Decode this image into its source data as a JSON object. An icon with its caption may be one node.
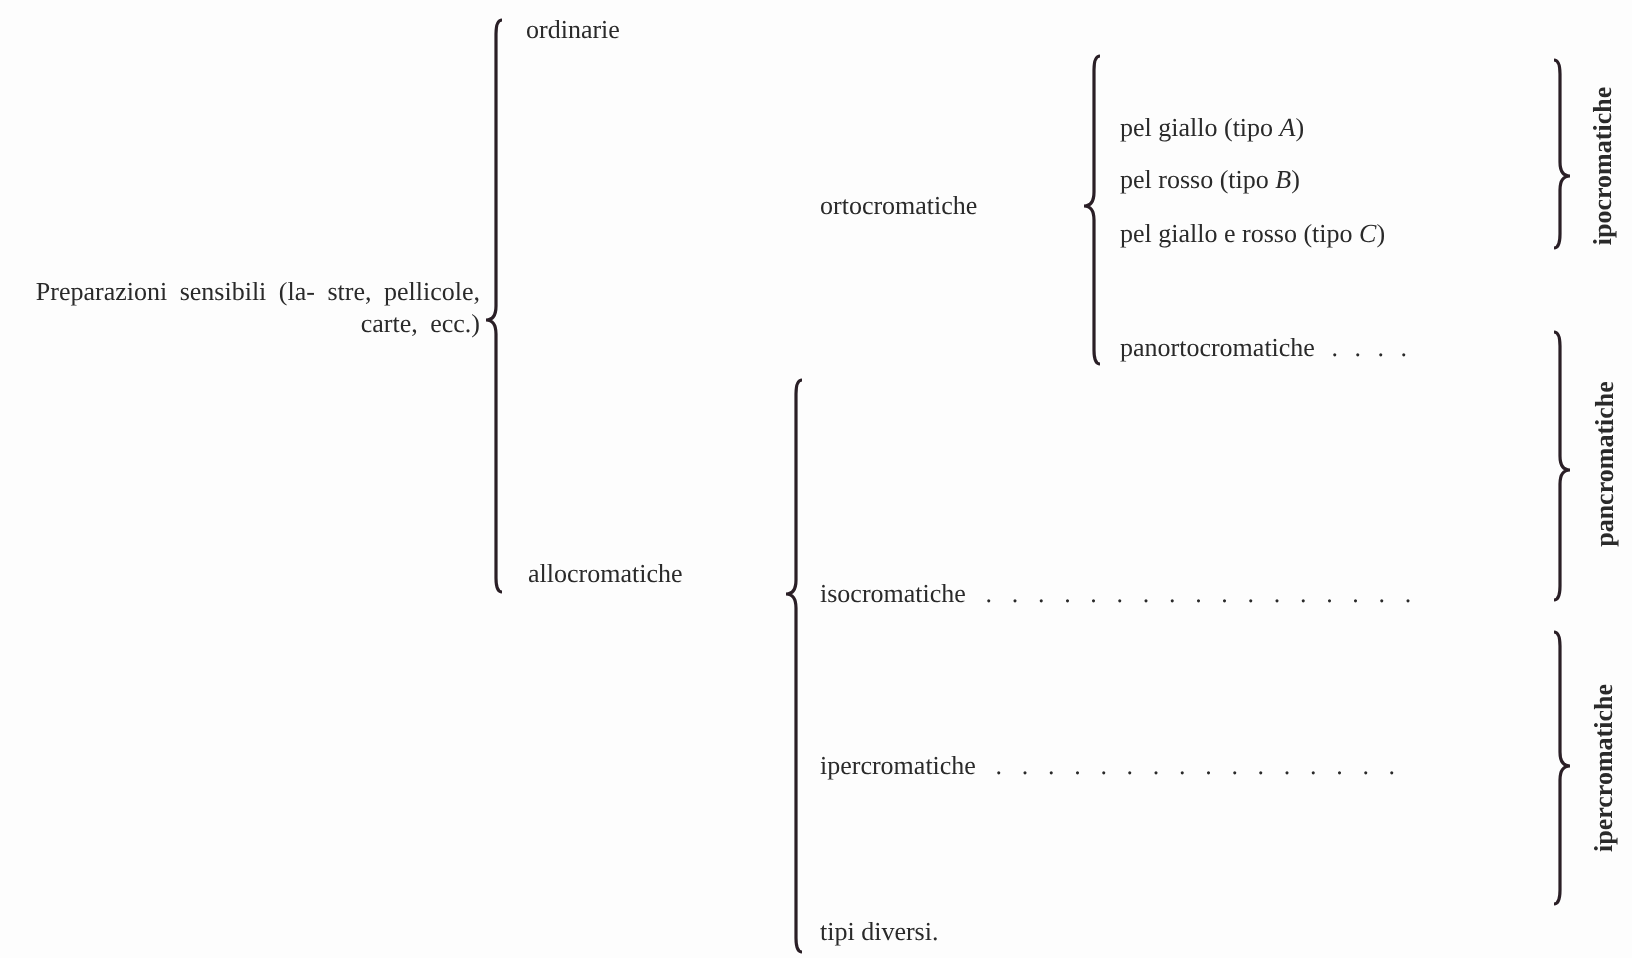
{
  "diagram": {
    "nodes": [
      {
        "text": [
          "Preparazioni sensibili (la- stre, pellicole, carte, ecc.)"
        ]
      },
      {
        "text": [
          "ordinarie"
        ]
      },
      {
        "text": [
          "ortocromatiche"
        ]
      },
      {
        "text": [
          "pel giallo (tipo *A*)"
        ]
      },
      {
        "text": [
          "pel rosso (tipo *B*)"
        ]
      },
      {
        "text": [
          "pel giallo e rosso (tipo *C*)"
        ]
      },
      {
        "text": [
          "panortocromatiche . . . ."
        ]
      },
      {
        "text": [
          "allocromatiche"
        ]
      },
      {
        "text": [
          "isocromatiche . . . . . . . . . . . . . . . . ."
        ]
      },
      {
        "text": [
          "ipercromatiche . . . . . . . . . . . . . . . ."
        ]
      },
      {
        "text": [
          "tipi diversi."
        ]
      },
      {
        "text": [
          "ipocromatiche"
        ]
      },
      {
        "text": [
          "pancromatiche"
        ]
      },
      {
        "text": [
          "ipercromatiche"
        ]
      }
    ]
  }
}
